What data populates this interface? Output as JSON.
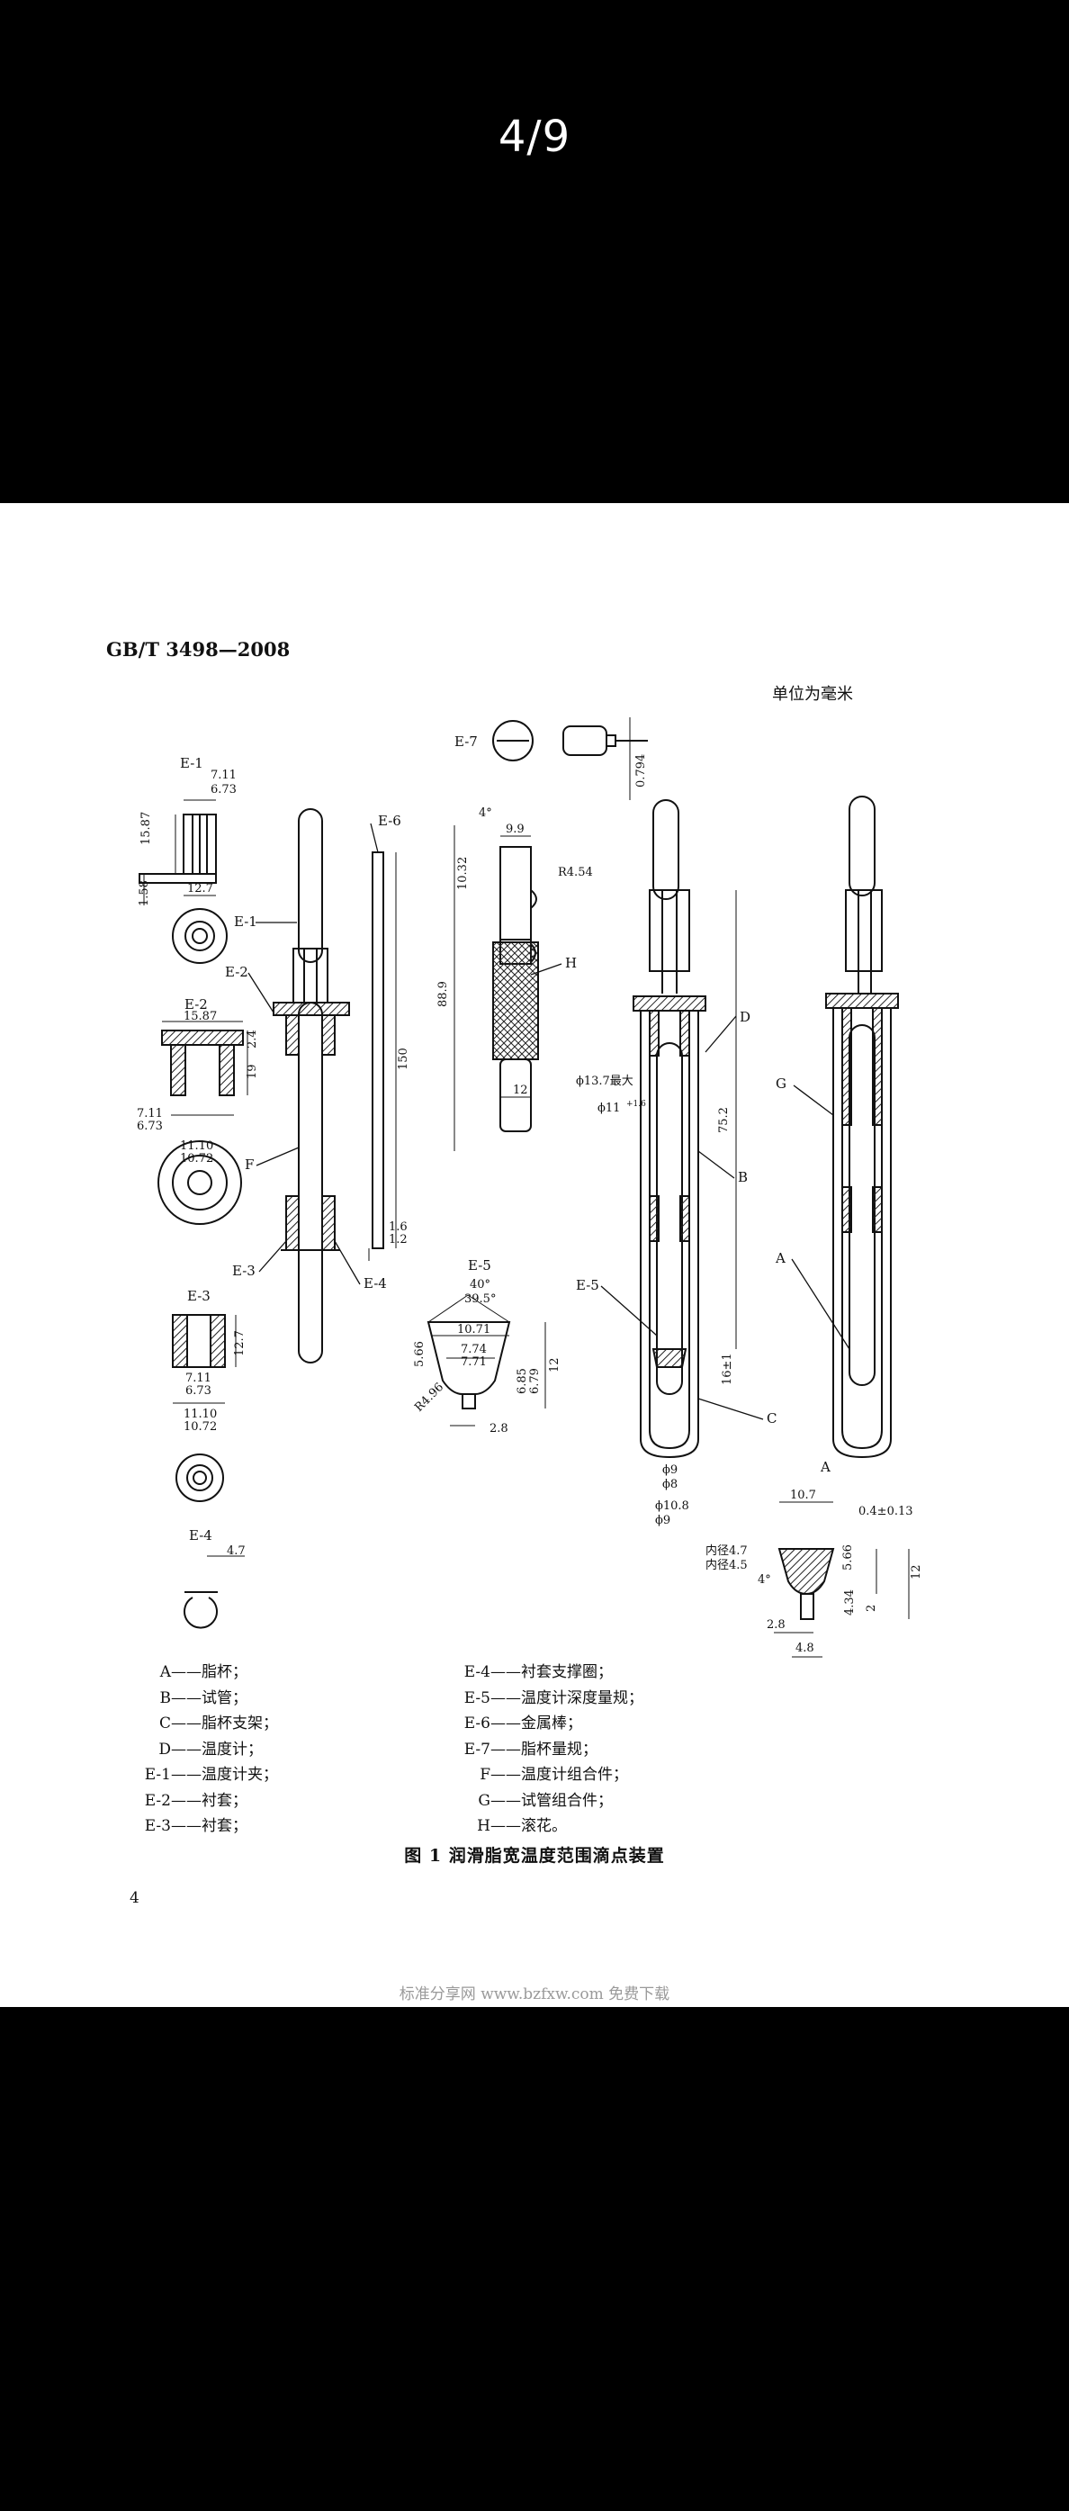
{
  "viewer": {
    "page_counter": "4/9"
  },
  "document": {
    "code": "GB/T 3498—2008",
    "unit_note": "单位为毫米",
    "page_number": "4",
    "figure_caption": "图 1   润滑脂宽温度范围滴点装置",
    "watermark": "标准分享网 www.bzfxw.com 免费下载"
  },
  "figure": {
    "labels": {
      "e1": "E-1",
      "e2": "E-2",
      "e3": "E-3",
      "e4": "E-4",
      "e5": "E-5",
      "e6": "E-6",
      "e7": "E-7",
      "a": "A",
      "b": "B",
      "c": "C",
      "d": "D",
      "f": "F",
      "g": "G",
      "h": "H"
    },
    "dims": {
      "e1_711": "7.11",
      "e1_673": "6.73",
      "e1_1587": "15.87",
      "e1_158": "1.58",
      "e1_127": "12.7",
      "e2_1587": "15.87",
      "e2_24": "2.4",
      "e2_19": "19",
      "e2_711": "7.11",
      "e2_673": "6.73",
      "e2_1110": "11.10",
      "e2_1072": "10.72",
      "e3_127": "12.7",
      "e3_711": "7.11",
      "e3_673": "6.73",
      "e3_1110": "11.10",
      "e3_1072": "10.72",
      "e4_47": "4.7",
      "e6_150": "150",
      "e6_16": "1.6",
      "e6_12": "1.2",
      "e7_0794": "0.794",
      "h_4deg": "4°",
      "h_99": "9.9",
      "h_1032": "10.32",
      "h_r454": "R4.54",
      "h_889": "88.9",
      "h_12": "12",
      "e5_40": "40°",
      "e5_395": "39.5°",
      "e5_1071": "10.71",
      "e5_774": "7.74",
      "e5_771": "7.71",
      "e5_566": "5.66",
      "e5_685": "6.85",
      "e5_679": "6.79",
      "e5_12": "12",
      "e5_r496": "R4.96",
      "e5_28": "2.8",
      "b_phi137": "ϕ13.7最大",
      "b_phi11": "ϕ11",
      "b_phi11_tol": "+1.6",
      "b_752": "75.2",
      "b_16": "16±1",
      "b_phi9": "ϕ9",
      "b_phi8": "ϕ8",
      "b_phi108": "ϕ10.8",
      "b_phi9b": "ϕ9",
      "a_107": "10.7",
      "a_04": "0.4±0.13",
      "a_in47": "内径4.7",
      "a_in45": "内径4.5",
      "a_4deg": "4°",
      "a_566": "5.66",
      "a_12": "12",
      "a_434": "4.34",
      "a_2": "2",
      "a_28": "2.8",
      "a_48": "4.8"
    }
  },
  "legend_left": [
    {
      "key": "A",
      "text": "——脂杯；"
    },
    {
      "key": "B",
      "text": "——试管；"
    },
    {
      "key": "C",
      "text": "——脂杯支架；"
    },
    {
      "key": "D",
      "text": "——温度计；"
    },
    {
      "key": "E-1",
      "text": "——温度计夹；"
    },
    {
      "key": "E-2",
      "text": "——衬套；"
    },
    {
      "key": "E-3",
      "text": "——衬套；"
    }
  ],
  "legend_right": [
    {
      "key": "E-4",
      "text": "——衬套支撑圈；"
    },
    {
      "key": "E-5",
      "text": "——温度计深度量规；"
    },
    {
      "key": "E-6",
      "text": "——金属棒；"
    },
    {
      "key": "E-7",
      "text": "——脂杯量规；"
    },
    {
      "key": "F",
      "text": "——温度计组合件；"
    },
    {
      "key": "G",
      "text": "——试管组合件；"
    },
    {
      "key": "H",
      "text": "——滚花。"
    }
  ]
}
